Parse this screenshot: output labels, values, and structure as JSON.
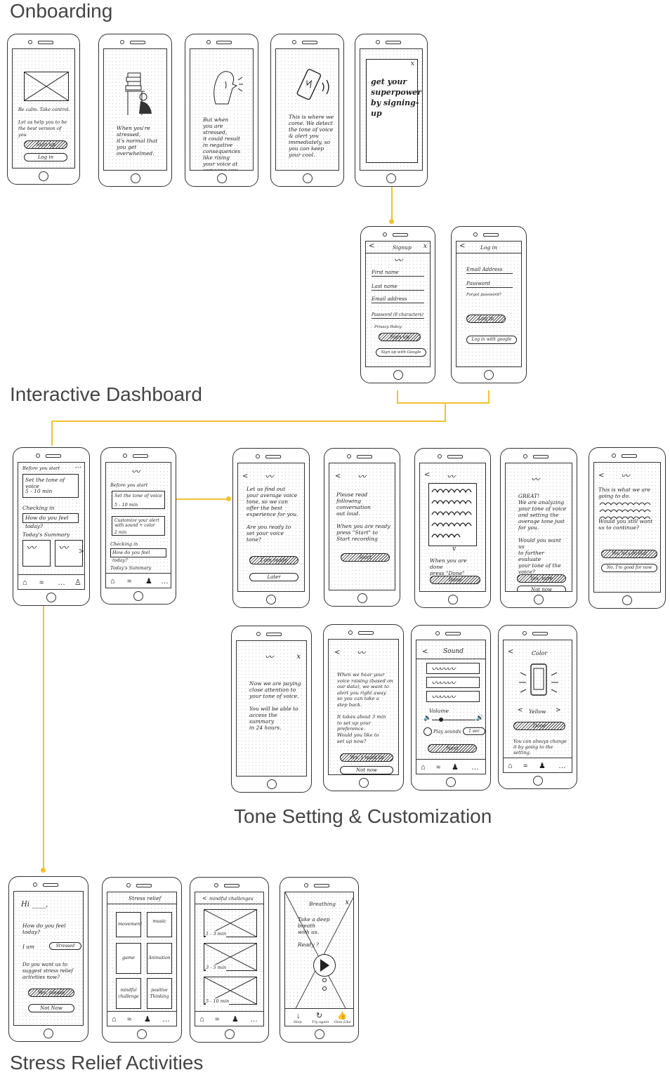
{
  "sections": {
    "onboarding": "Onboarding",
    "dashboard": "Interactive Dashboard",
    "tone": "Tone Setting & Customization",
    "relief": "Stress Relief Activities"
  },
  "onboarding": {
    "s1": {
      "text": "Be calm. Take control.\n\nLet us help you to be\nthe best version of you",
      "signup": "Sign up",
      "login": "Log in"
    },
    "s2": {
      "text": "When you're stressed,\nit's normal that\nyou get overwhelmed."
    },
    "s3": {
      "text": "But when\nyou are stressed,\nit could result\nin negative consequences\nlike rising\nyour voice at\nsomeone you care."
    },
    "s4": {
      "text": "This is where we\ncome. We detect\nthe tone of voice\n& alert you\nimmediately, so\nyou can keep\nyour cool."
    },
    "s5": {
      "text": "get your\nsuperpower\nby signing-up",
      "close": "x"
    }
  },
  "signup": {
    "title": "Signup",
    "fields": [
      "First name",
      "Last name",
      "Email address",
      "Password (8 characters)"
    ],
    "privacy": "Privacy Policy",
    "button": "Sign up",
    "google": "Sign up with Google"
  },
  "login": {
    "title": "Log in",
    "fields": [
      "Email Address",
      "Password"
    ],
    "forgot": "Forgot password?",
    "button": "Log in",
    "google": "Log in with google"
  },
  "dash1": {
    "heading": "Before you start",
    "menu": "...",
    "set_tone": "Set the tone of voice",
    "time": "5 - 10 min",
    "checking": "Checking in",
    "feel": "How do you feel today?",
    "summary": "Today's Summary",
    "tabs": [
      "Home",
      "Stress relief",
      "...",
      "Profile"
    ]
  },
  "dash2": {
    "heading": "Before you start",
    "set_tone": "Set the tone of voice",
    "time": "5 - 10 min",
    "customize": "Customize your alert with sound + color",
    "customize_time": "2 min",
    "checking": "Checking in",
    "feel": "How do you feel today?",
    "summary": "Today's Summary",
    "tabs": [
      "Home",
      "Stress relief",
      "You",
      "More"
    ]
  },
  "tone": {
    "t1": {
      "text": "Let us find out\nyour average voice\ntone, so we can\noffer the best\nexperience for you.\n\nAre you ready to\nset your voice tone?",
      "yes": "I am ready",
      "later": "Later"
    },
    "t2": {
      "text": "Please read\nfollowing conversation\nout loud.\n\nWhen you are ready\npress \"Start\" to\nStart recording",
      "start": "Start"
    },
    "t3": {
      "text": "When you are done\npress \"Done\"",
      "done": "Done"
    },
    "t4": {
      "text": "GREAT!\nWe are analyzing\nyour tone of voice\nand setting the\naverage tone just\nfor you.\n\nWould you want us\nto further evaluate\nyour tone of the\nvoice?",
      "yes": "Yes, sure",
      "no": "Not now"
    },
    "t5": {
      "text": "This is what we are\ngoing to do.\n\n\n\nWould you still want\nus to continue?",
      "yes": "Yes, let's do that",
      "no": "No, I'm good for now"
    },
    "t6": {
      "text": "Now we are paying\nclose attention to\nyour tone of voice.\n\nYou will be able to\naccess the summary\nin 24 hours."
    },
    "t7": {
      "text": "When we hear your\nvoice raising (based on\nour data), we want to\nalert you right away\nso you can take a\nstep back.\n\nIt takes about 3 min\nto set up your preference.\nWould you like to\nset up now?",
      "yes": "Yes, I want to",
      "no": "Not now"
    },
    "t8": {
      "title": "Sound",
      "volume": "Volume",
      "play": "Play sounds",
      "duration": "1 sec",
      "next": "Next"
    },
    "t9": {
      "title": "Color",
      "selected": "Yellow",
      "done": "Done",
      "note": "You can always change\nit by going to the setting."
    }
  },
  "relief": {
    "r1": {
      "greeting": "Hi ____,",
      "question": "How do you feel\ntoday?",
      "iam": "I am",
      "select": "Stressed",
      "suggest": "Do you want us to\nsuggest stress relief\nactivities now?",
      "yes": "Yes, please",
      "no": "Not Now"
    },
    "r2": {
      "title": "Stress relief",
      "tiles": [
        "movement",
        "music",
        "game",
        "Animation",
        "mindful challenge",
        "positive Thinking"
      ]
    },
    "r3": {
      "title": "mindful challenges",
      "durations": [
        "1 - 3 min",
        "3 - 5 min",
        "5 - 10 min"
      ]
    },
    "r4": {
      "title": "Breathing",
      "text": "Take a deep breath\nwith us.\n\nReady ?",
      "close": "x",
      "controls": [
        "Stop",
        "Try again",
        "Give Like"
      ]
    }
  }
}
